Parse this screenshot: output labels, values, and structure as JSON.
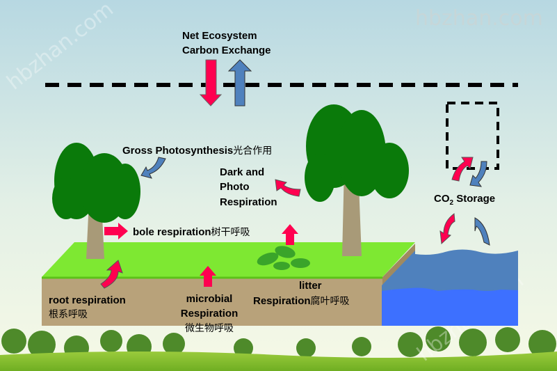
{
  "watermarks": [
    "hbzhan.com",
    "hbzhan.com",
    "hbzhan.com"
  ],
  "labels": {
    "nee_line1": "Net Ecosystem",
    "nee_line2": "Carbon Exchange",
    "gross_photosynthesis": "Gross Photosynthesis",
    "gross_photosynthesis_cn": "光合作用",
    "dark_photo_line1": "Dark and",
    "dark_photo_line2": "Photo",
    "dark_photo_line3": "Respiration",
    "bole_respiration": "bole respiration",
    "bole_respiration_cn": "树干呼吸",
    "co2_prefix": "CO",
    "co2_sub": "2",
    "co2_storage": " Storage",
    "root_respiration": "root respiration",
    "root_respiration_cn": "根系呼吸",
    "microbial_line1": "microbial",
    "microbial_line2": "Respiration",
    "microbial_cn": "微生物呼吸",
    "litter_line1": "litter",
    "litter_line2": "Respiration",
    "litter_cn": "腐叶呼吸"
  },
  "colors": {
    "release_arrow": "#ff0050",
    "uptake_arrow": "#4f81bd",
    "grass_top": "#7ee832",
    "soil": "#b8a27a",
    "water_top": "#4f81bd",
    "water_deep": "#3d70ff",
    "canopy": "#0a7a0a"
  }
}
